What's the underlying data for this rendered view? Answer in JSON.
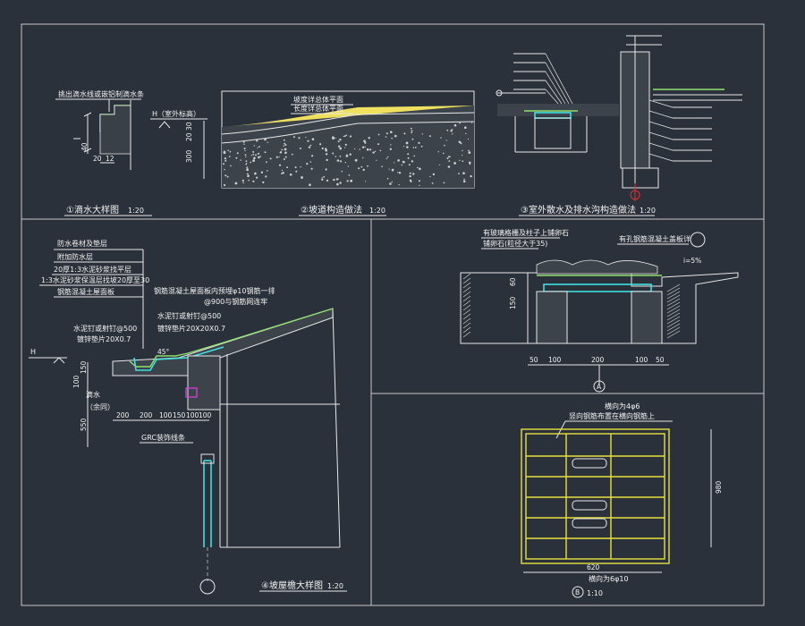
{
  "colors": {
    "background": "#2b313a",
    "line_white": "#e8e8e8",
    "accent_green": "#8fe070",
    "accent_cyan": "#3fe0e0",
    "accent_yellow": "#e8e040",
    "accent_magenta": "#e040e0",
    "accent_red": "#e03030"
  },
  "panel1": {
    "title": "①滴水大样图",
    "scale": "1:20",
    "note": "挑出滴水线或嵌铝制滴水条",
    "dims": [
      "40",
      "20",
      "12"
    ]
  },
  "panel2": {
    "title": "②坡道构造做法",
    "scale": "1:20",
    "level": "H（室外标高）",
    "labels": [
      "坡度详总体平面",
      "长度详总体平面"
    ],
    "dims": [
      "30",
      "20",
      "300"
    ]
  },
  "panel3": {
    "title": "③室外散水及排水沟构造做法",
    "scale": "1:20"
  },
  "panel4": {
    "title": "④坡屋檐大样图",
    "scale": "1:20",
    "layers": [
      "防水卷材及垫层",
      "附加防水层",
      "20厚1:3水泥砂浆找平层",
      "1:3水泥砂浆保温层找坡20厚至30",
      "钢筋混凝土屋面板"
    ],
    "note1": "钢筋混凝土屋面板内预埋φ10钢筋一排",
    "note2": "@900与钢筋网连牢",
    "note3": "水泥钉或射钉@500",
    "note4": "镀锌垫片20X20X0.7",
    "note5": "水泥钉或射钉@500",
    "note6": "镀锌垫片20X0.7",
    "level": "H",
    "drip": "滴水",
    "drip_sub": "（余同）",
    "grc": "GRC装饰线条",
    "dims_v": [
      "150",
      "100",
      "550"
    ],
    "dims_h": [
      "200",
      "200",
      "100",
      "150",
      "100",
      "100"
    ],
    "angle": "45°"
  },
  "panel5": {
    "label_a": "有玻璃格栅及柱子上铺卵石",
    "label_b": "铺卵石(粒径大于35)",
    "label_c": "有孔钢筋混凝土盖板详",
    "slope": "i=5%",
    "dims_v": [
      "60",
      "150"
    ],
    "dims_h": [
      "50",
      "100",
      "200",
      "100",
      "50"
    ],
    "marker": "A"
  },
  "panel6": {
    "note1": "横向为4φ6",
    "note2": "竖向钢筋布置在横向钢筋上",
    "width": "620",
    "height": "980",
    "bottom_note": "横向为6φ10",
    "marker": "B",
    "scale": "1:10"
  }
}
